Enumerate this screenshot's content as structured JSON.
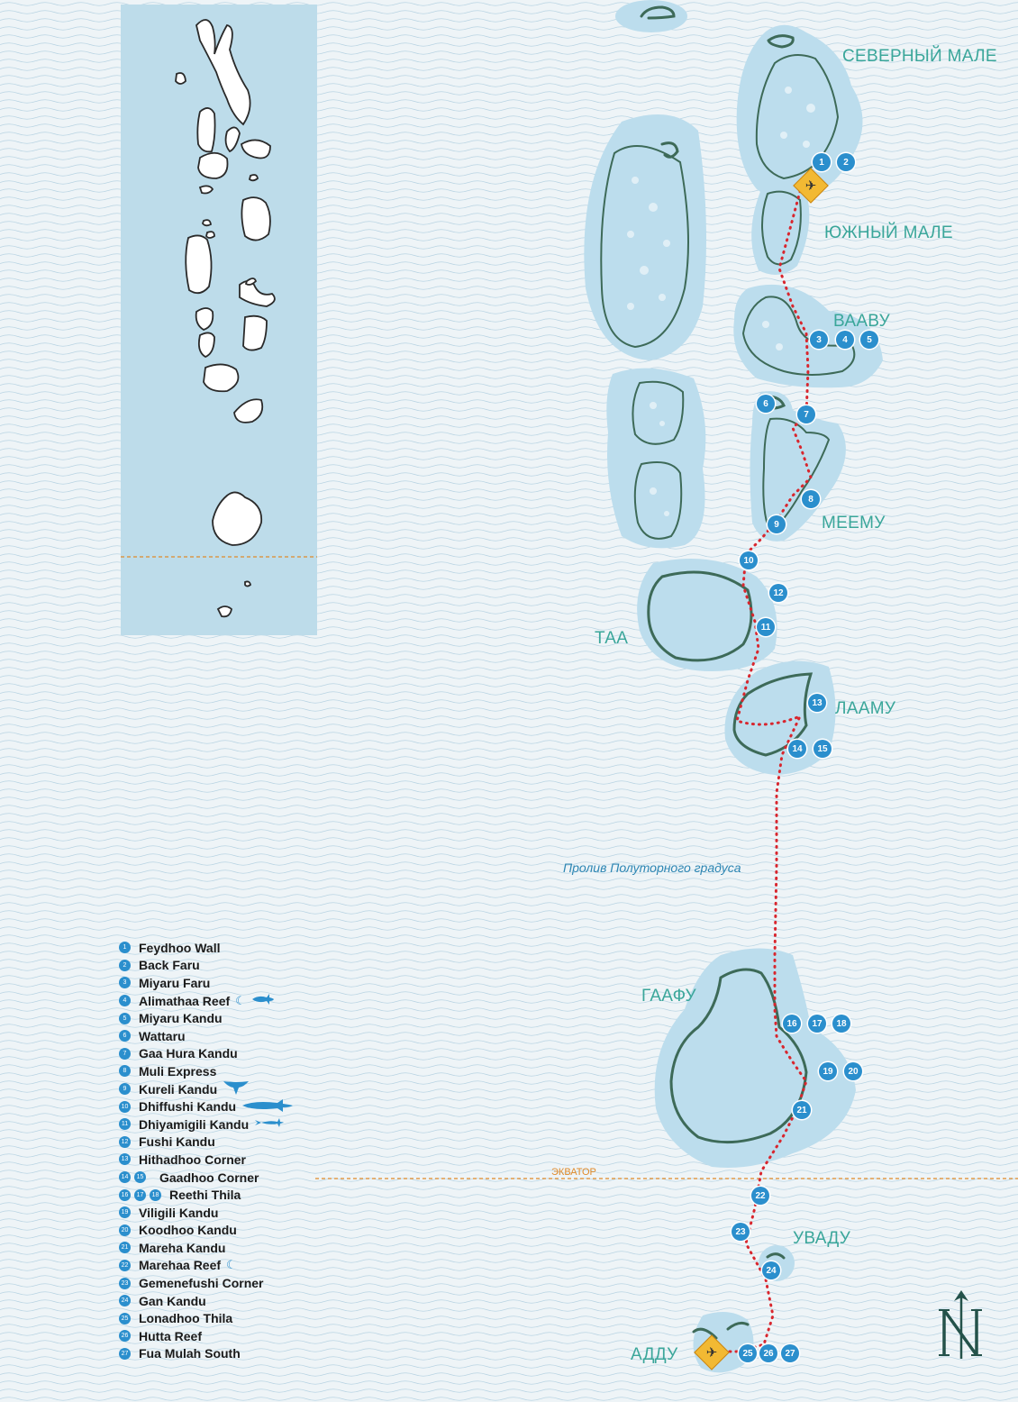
{
  "atolls": {
    "north_male": "СЕВЕРНЫЙ МАЛЕ",
    "south_male": "ЮЖНЫЙ МАЛЕ",
    "vaavu": "ВААВУ",
    "meemu": "МЕЕМУ",
    "taa": "ТАА",
    "laamu": "ЛААМУ",
    "gaafu": "ГААФУ",
    "uvadu": "УВАДУ",
    "addu": "АДДУ"
  },
  "strait_label": "Пролив Полуторного градуса",
  "equator_label": "ЭКВАТОР",
  "colors": {
    "route": "#d8262e",
    "site_marker": "#2b8fcd",
    "atoll_label": "#3aa69a",
    "shallow_water": "#b9dcec",
    "equator": "#e08a2a",
    "airport": "#f2b933"
  },
  "sites": [
    {
      "n": "1"
    },
    {
      "n": "2"
    },
    {
      "n": "3"
    },
    {
      "n": "4"
    },
    {
      "n": "5"
    },
    {
      "n": "6"
    },
    {
      "n": "7"
    },
    {
      "n": "8"
    },
    {
      "n": "9"
    },
    {
      "n": "10"
    },
    {
      "n": "11"
    },
    {
      "n": "12"
    },
    {
      "n": "13"
    },
    {
      "n": "14"
    },
    {
      "n": "15"
    },
    {
      "n": "16"
    },
    {
      "n": "17"
    },
    {
      "n": "18"
    },
    {
      "n": "19"
    },
    {
      "n": "20"
    },
    {
      "n": "21"
    },
    {
      "n": "22"
    },
    {
      "n": "23"
    },
    {
      "n": "24"
    },
    {
      "n": "25"
    },
    {
      "n": "26"
    },
    {
      "n": "27"
    }
  ],
  "legend": [
    {
      "nums": [
        "1"
      ],
      "name": "Feydhoo Wall",
      "icons": []
    },
    {
      "nums": [
        "2"
      ],
      "name": "Back Faru",
      "icons": []
    },
    {
      "nums": [
        "3"
      ],
      "name": "Miyaru Faru",
      "icons": []
    },
    {
      "nums": [
        "4"
      ],
      "name": "Alimathaa Reef",
      "icons": [
        "moon-icon",
        "shark-icon"
      ]
    },
    {
      "nums": [
        "5"
      ],
      "name": "Miyaru Kandu",
      "icons": []
    },
    {
      "nums": [
        "6"
      ],
      "name": "Wattaru",
      "icons": []
    },
    {
      "nums": [
        "7"
      ],
      "name": "Gaa Hura Kandu",
      "icons": []
    },
    {
      "nums": [
        "8"
      ],
      "name": "Muli Express",
      "icons": []
    },
    {
      "nums": [
        "9"
      ],
      "name": "Kureli Kandu",
      "icons": [
        "manta-ray-icon"
      ]
    },
    {
      "nums": [
        "10"
      ],
      "name": "Dhiffushi Kandu",
      "icons": [
        "whale-shark-icon"
      ]
    },
    {
      "nums": [
        "11"
      ],
      "name": "Dhiyamigili Kandu",
      "icons": [
        "hammerhead-shark-icon"
      ]
    },
    {
      "nums": [
        "12"
      ],
      "name": "Fushi Kandu",
      "icons": []
    },
    {
      "nums": [
        "13"
      ],
      "name": "Hithadhoo Corner",
      "icons": []
    },
    {
      "nums": [
        "14",
        "15"
      ],
      "name": "Gaadhoo Corner",
      "icons": []
    },
    {
      "nums": [
        "16",
        "17",
        "18"
      ],
      "name": "Reethi Thila",
      "icons": []
    },
    {
      "nums": [
        "19"
      ],
      "name": "Viligili Kandu",
      "icons": []
    },
    {
      "nums": [
        "20"
      ],
      "name": "Koodhoo Kandu",
      "icons": []
    },
    {
      "nums": [
        "21"
      ],
      "name": "Mareha Kandu",
      "icons": []
    },
    {
      "nums": [
        "22"
      ],
      "name": "Marehaa Reef",
      "icons": [
        "moon-icon"
      ]
    },
    {
      "nums": [
        "23"
      ],
      "name": "Gemenefushi Corner",
      "icons": []
    },
    {
      "nums": [
        "24"
      ],
      "name": "Gan Kandu",
      "icons": []
    },
    {
      "nums": [
        "25"
      ],
      "name": "Lonadhoo Thila",
      "icons": []
    },
    {
      "nums": [
        "26"
      ],
      "name": "Hutta Reef",
      "icons": []
    },
    {
      "nums": [
        "27"
      ],
      "name": "Fua Mulah South",
      "icons": []
    }
  ]
}
